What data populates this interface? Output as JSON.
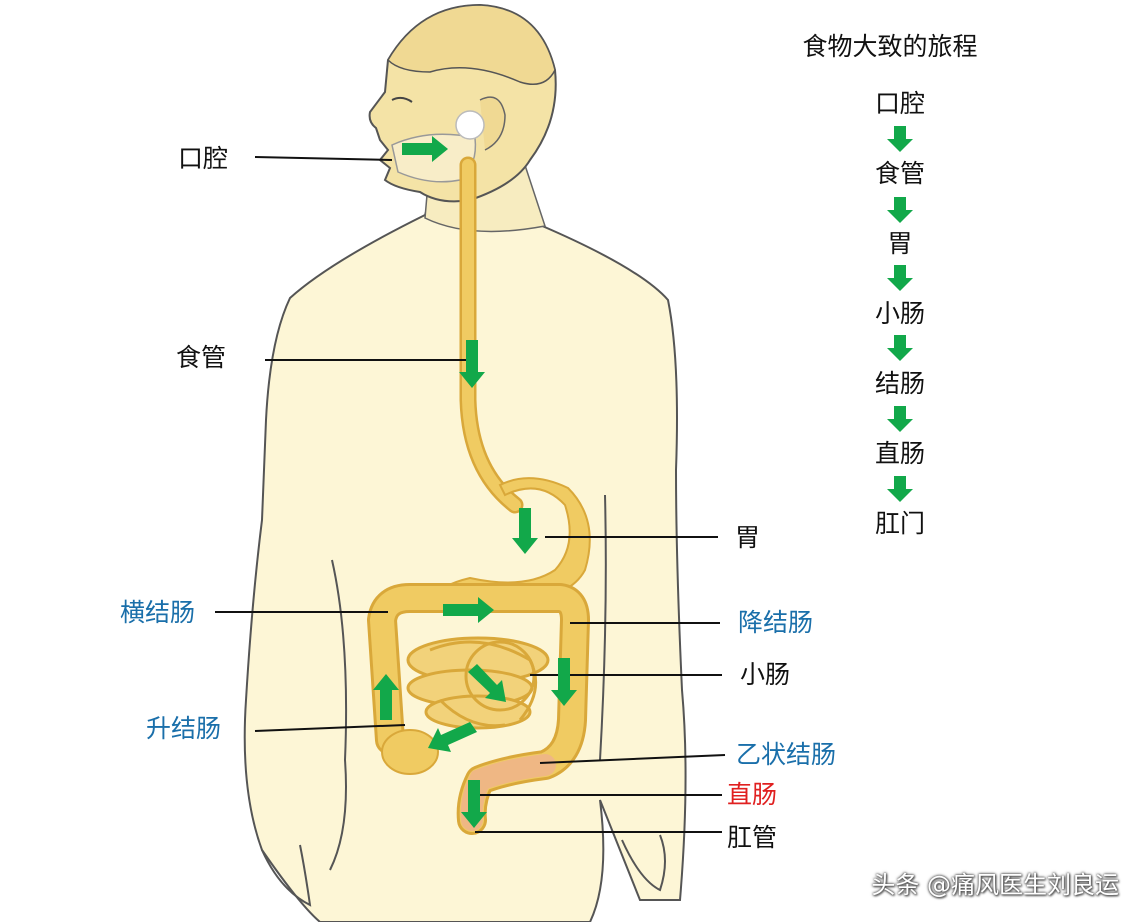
{
  "title": "食物大致的旅程",
  "sequence": [
    "口腔",
    "食管",
    "胃",
    "小肠",
    "结肠",
    "直肠",
    "肛门"
  ],
  "labels": {
    "mouth": "口腔",
    "esophagus": "食管",
    "stomach": "胃",
    "transverse_colon": "横结肠",
    "descending_colon": "降结肠",
    "small_intestine": "小肠",
    "ascending_colon": "升结肠",
    "sigmoid_colon": "乙状结肠",
    "rectum": "直肠",
    "anal_canal": "肛管"
  },
  "watermark": "头条 @痛风医生刘良运",
  "colors": {
    "label_black": "#111111",
    "label_blue": "#1a6faa",
    "label_red": "#e02020",
    "arrow_green": "#12a84a",
    "skin": "#f4e3a6",
    "body_fill": "#fdf6d6",
    "organ": "#f0cb62",
    "organ_dark": "#d9a83a"
  }
}
